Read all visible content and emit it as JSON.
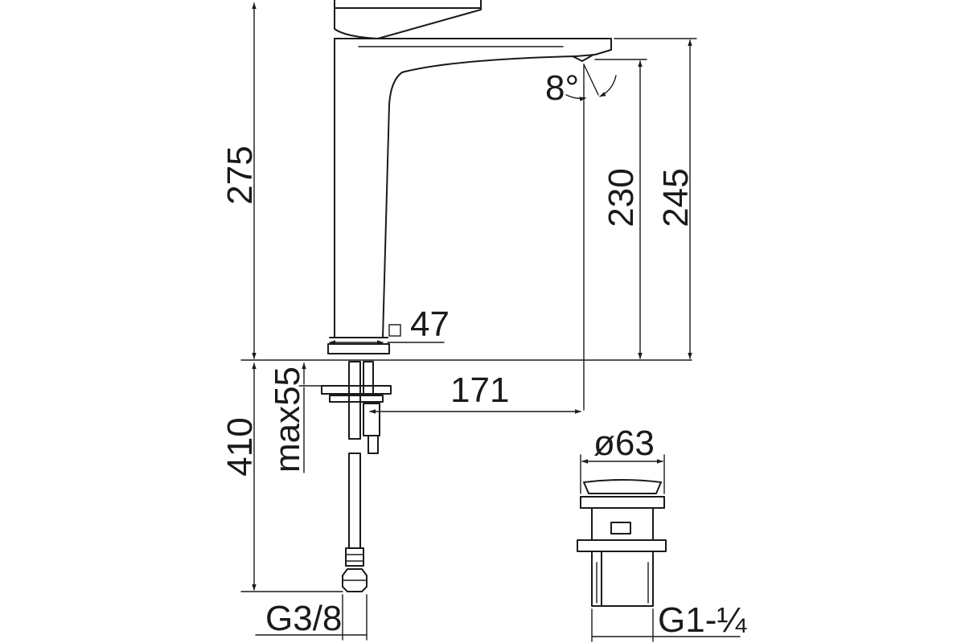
{
  "dimensions": {
    "total_height": "275",
    "spout_height": "230",
    "body_height": "245",
    "spout_angle": "8°",
    "base_size": "47",
    "spout_reach": "171",
    "max_deck_thickness": "max55",
    "hose_length": "410",
    "hose_thread": "G3/8",
    "waste_diameter": "ø63",
    "waste_thread": "G1-¼"
  }
}
